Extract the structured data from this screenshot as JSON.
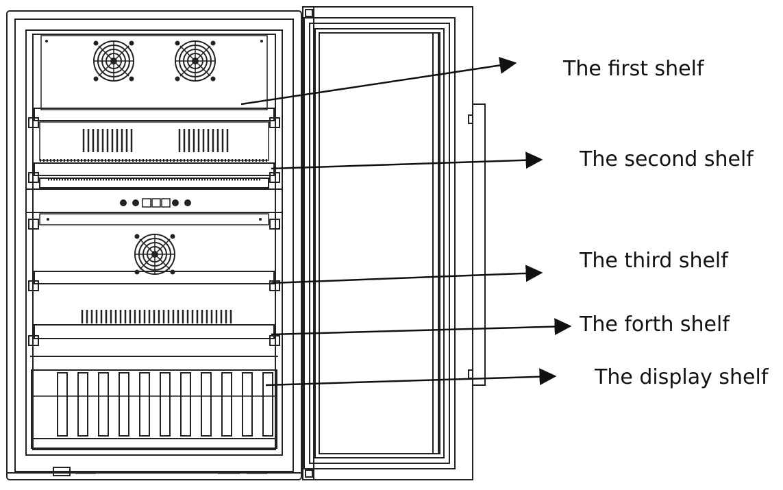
{
  "labels": {
    "first": "The first shelf",
    "second": "The second shelf",
    "third": "The third shelf",
    "fourth": "The forth shelf",
    "display": "The display shelf"
  },
  "colors": {
    "line": "#222222",
    "background": "#ffffff",
    "text": "#111111"
  },
  "icons": {
    "fan": "fan-icon",
    "control_panel": "control-panel-icon"
  }
}
